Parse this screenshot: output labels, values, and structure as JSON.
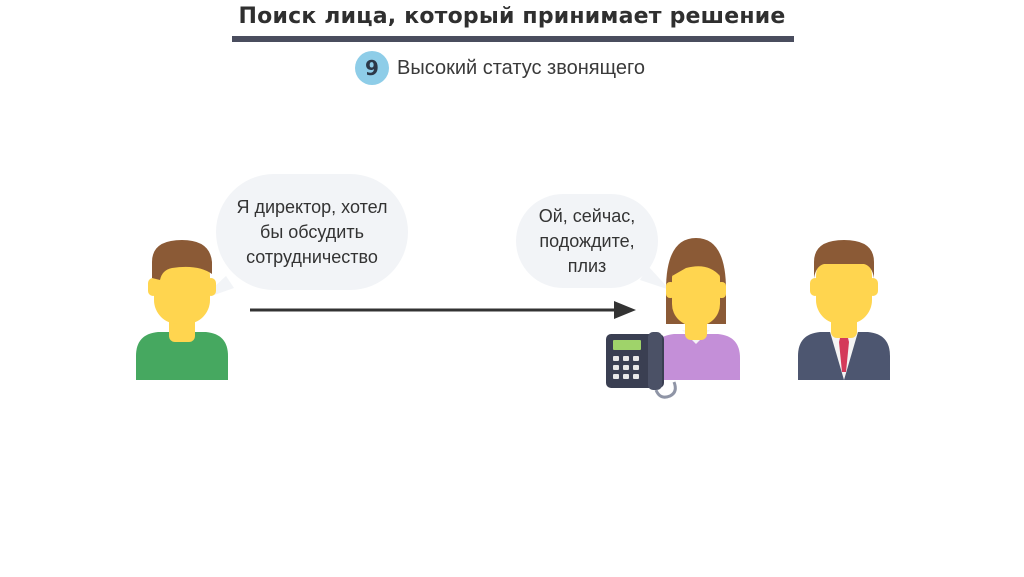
{
  "title": "Поиск лица, который принимает решение",
  "step": {
    "number": "9",
    "label": "Высокий статус звонящего"
  },
  "dialogue": {
    "caller_speech": "Я директор, хотел\nбы обсудить\nсотрудничество",
    "secretary_speech": "Ой, сейчас,\nподождите,\nплиз"
  },
  "colors": {
    "title_bar": "#4a4d5e",
    "badge": "#8ecde8",
    "bubble": "#f2f4f7",
    "skin": "#ffd54f",
    "hair": "#8b5a36",
    "caller_shirt": "#46a860",
    "secretary_top": "#c48fd8",
    "boss_suit": "#4d5670",
    "boss_tie": "#d43a5a",
    "arrow": "#333333",
    "phone": "#3a3f52"
  },
  "icons": [
    "person-caller-icon",
    "person-secretary-icon",
    "person-boss-icon",
    "desk-phone-icon",
    "arrow-right-icon"
  ]
}
